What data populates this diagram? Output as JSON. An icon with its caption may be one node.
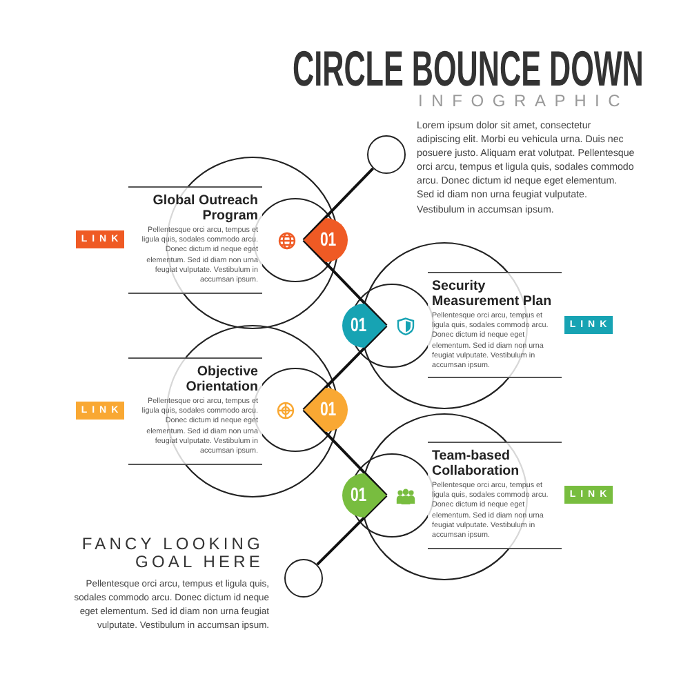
{
  "diagram": {
    "title": "CIRCLE BOUNCE DOWN",
    "nodes": [
      {
        "text": [],
        "shape": "circle"
      },
      {
        "text": [
          "Global Outreach Program",
          "Pellentesque orci arcu, tempus et ligula quis, sodales commodo arcu. Donec dictum id neque eget elementum. Sed id diam non urna feugiat vulputate. Vestibulum in accumsan ipsum."
        ],
        "beside": [
          "LINK"
        ]
      },
      {
        "text": [
          "01"
        ]
      },
      {
        "text": [
          "01"
        ]
      },
      {
        "text": [
          "Security Measurement Plan",
          "Pellentesque orci arcu, tempus et ligula quis, sodales commodo arcu. Donec dictum id neque eget elementum. Sed id diam non urna feugiat vulputate. Vestibulum in accumsan ipsum."
        ],
        "beside": [
          "LINK"
        ]
      },
      {
        "text": [
          "Objective Orientation",
          "Pellentesque orci arcu, tempus et ligula quis, sodales commodo arcu. Donec dictum id neque eget elementum. Sed id diam non urna feugiat vulputate. Vestibulum in accumsan ipsum."
        ],
        "beside": [
          "LINK"
        ]
      },
      {
        "text": [
          "01"
        ]
      },
      {
        "text": [
          "01"
        ]
      },
      {
        "text": [
          "Team-based Collaboration",
          "Pellentesque orci arcu, tempus et ligula quis, sodales commodo arcu. Donec dictum id neque eget elementum. Sed id diam non urna feugiat vulputate. Vestibulum in accumsan ipsum."
        ],
        "beside": [
          "LINK"
        ]
      },
      {
        "text": [],
        "shape": "circle"
      }
    ],
    "edges": [
      {
        "from": 0,
        "to": 2,
        "arrow": "none"
      },
      {
        "from": 2,
        "to": 3,
        "arrow": "none"
      },
      {
        "from": 3,
        "to": 6,
        "arrow": "none"
      },
      {
        "from": 6,
        "to": 7,
        "arrow": "none"
      },
      {
        "from": 7,
        "to": 9,
        "arrow": "none"
      }
    ],
    "labels": [
      "INFOGRAPHIC",
      "Lorem ipsum dolor sit amet, consectetur adipiscing elit. Morbi eu vehicula urna. Duis nec posuere justo. Aliquam erat volutpat. Pellentesque orci arcu, tempus et ligula quis, sodales commodo arcu. Donec dictum id neque eget elementum. Sed id diam non urna feugiat vulputate. Vestibulum in accumsan ipsum.",
      "FANCY LOOKING GOAL HERE",
      "Pellentesque orci arcu, tempus et ligula quis, sodales commodo arcu. Donec dictum id neque eget elementum. Sed id diam non urna feugiat vulputate. Vestibulum in accumsan ipsum."
    ]
  }
}
